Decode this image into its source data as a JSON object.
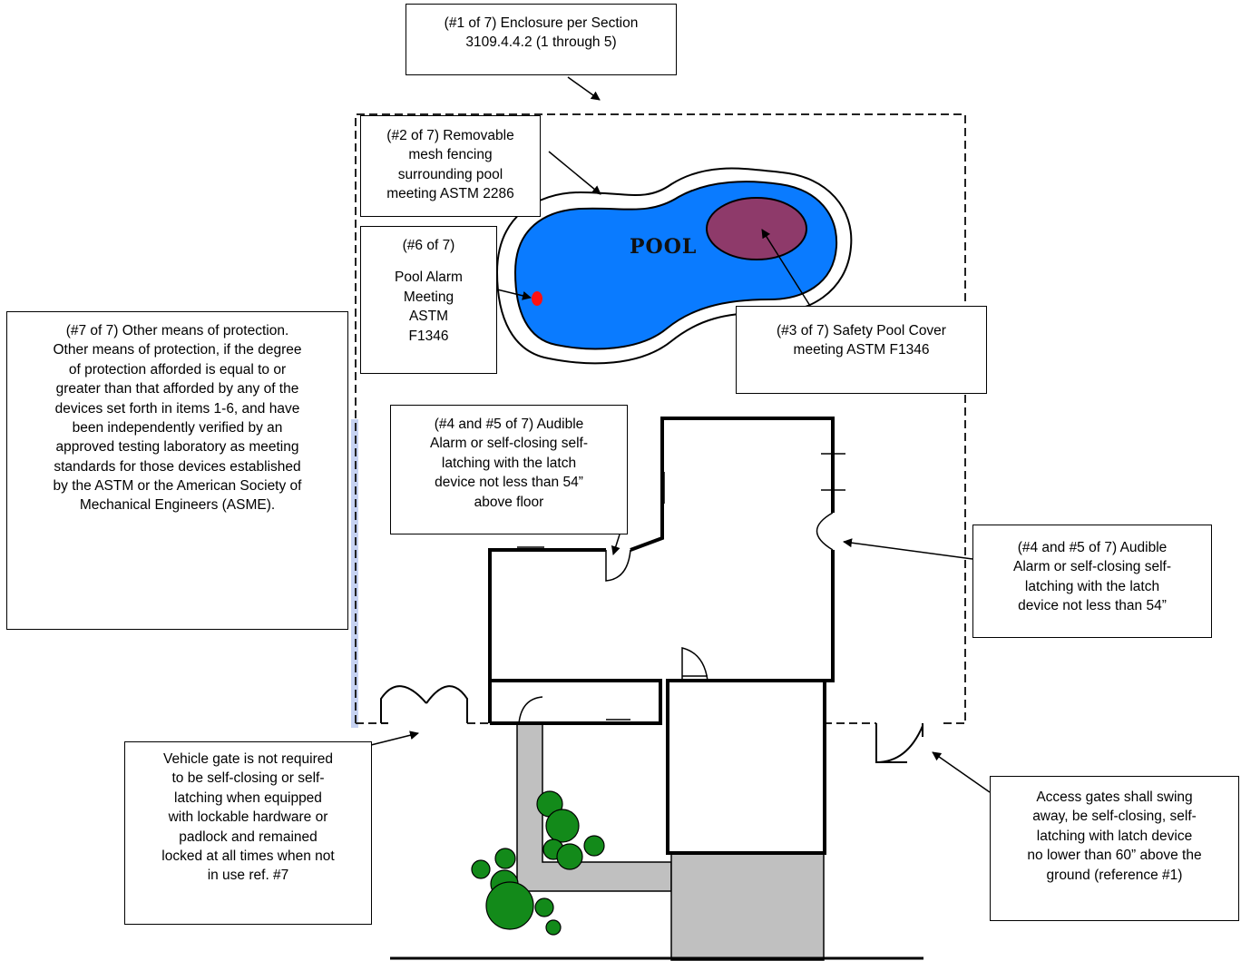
{
  "diagram": {
    "pool_label": "POOL",
    "colors": {
      "water": "#0a7bff",
      "cover": "#8e3a6a",
      "alarm": "#ff1010",
      "walkway": "#c0c0c0",
      "tree": "#138a1a",
      "barrier_highlight": "#c6d2f2"
    },
    "callouts": {
      "enclosure": [
        "(#1 of 7) Enclosure per Section",
        "3109.4.4.2 (1 through 5)"
      ],
      "mesh_fence": [
        "(#2 of 7) Removable",
        "mesh fencing",
        "surrounding pool",
        "meeting ASTM 2286"
      ],
      "pool_cover": [
        "(#3 of 7) Safety Pool Cover",
        "meeting ASTM F1346"
      ],
      "door_alarm_upper": [
        "(#4 and #5 of 7) Audible",
        "Alarm or self-closing self-",
        "latching with the latch",
        "device not less than 54”",
        "above floor"
      ],
      "door_alarm_right": [
        "(#4 and #5 of 7) Audible",
        "Alarm or self-closing self-",
        "latching with the latch",
        "device not less than 54”"
      ],
      "pool_alarm": {
        "heading": "(#6 of 7)",
        "lines": [
          "Pool Alarm",
          "Meeting",
          "ASTM",
          "F1346"
        ]
      },
      "other_means": [
        "(#7 of 7) Other means of protection.",
        "Other means of protection, if the degree",
        "of protection afforded is equal to or",
        "greater than that afforded by any of the",
        "devices set forth in items 1-6, and have",
        "been independently verified by an",
        "approved testing laboratory as meeting",
        "standards for those devices established",
        "by the ASTM or the American Society of",
        "Mechanical Engineers (ASME)."
      ],
      "vehicle_gate": [
        "Vehicle gate is not required",
        "to be self-closing or self-",
        "latching when equipped",
        "with lockable hardware or",
        "padlock and remained",
        "locked at all times when not",
        "in use ref. #7"
      ],
      "access_gates": [
        "Access gates shall swing",
        "away, be self-closing, self-",
        "latching with latch device",
        "no lower than 60” above the",
        "ground (reference #1)"
      ]
    }
  }
}
